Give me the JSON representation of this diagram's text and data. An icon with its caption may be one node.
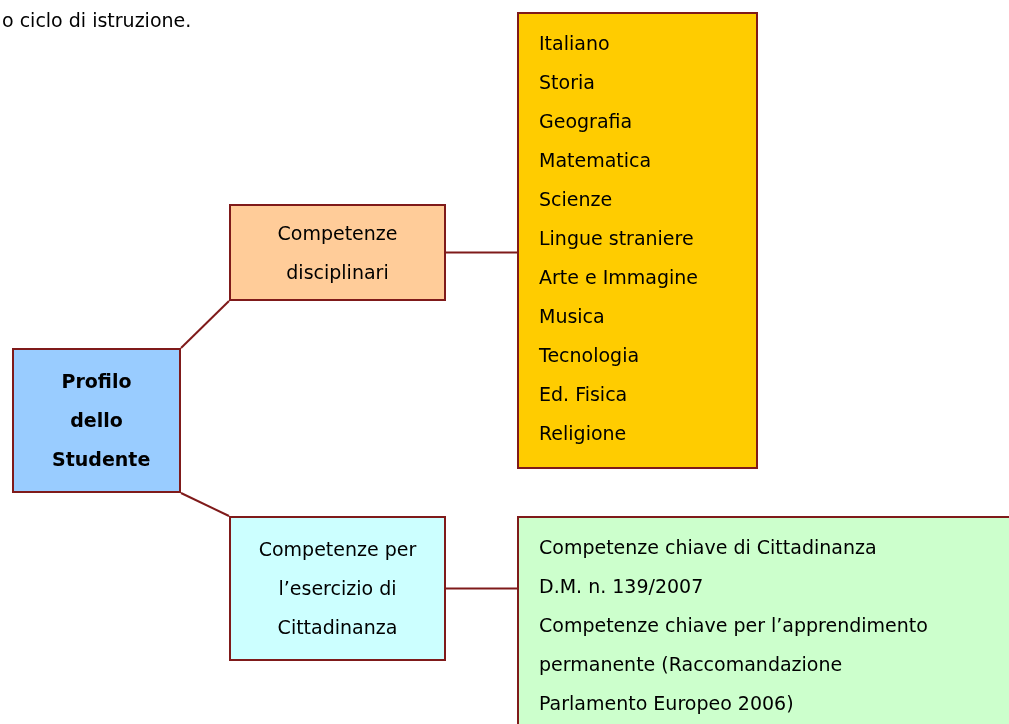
{
  "diagram": {
    "nodes": [
      {
        "text": [
          "Profilo dello Studente"
        ]
      },
      {
        "text": [
          "Competenze disciplinari"
        ]
      },
      {
        "text": [
          "Italiano",
          "Storia",
          "Geografia",
          "Matematica",
          "Scienze",
          "Lingue straniere",
          "Arte e Immagine",
          "Musica",
          "Tecnologia",
          "Ed. Fisica",
          "Religione"
        ]
      },
      {
        "text": [
          "Competenze per l’esercizio di Cittadinanza"
        ]
      },
      {
        "text": [
          "Competenze chiave di Cittadinanza",
          "D.M. n. 139/2007",
          "Competenze chiave per l’apprendimento permanente (Raccomandazione Parlamento Europeo 2006)"
        ]
      }
    ],
    "edges": [
      {
        "from": 0,
        "to": 1,
        "arrow": "none"
      },
      {
        "from": 1,
        "to": 2,
        "arrow": "none"
      },
      {
        "from": 0,
        "to": 3,
        "arrow": "none"
      },
      {
        "from": 3,
        "to": 4,
        "arrow": "none"
      }
    ],
    "labels": [
      "o ciclo di istruzione."
    ]
  }
}
